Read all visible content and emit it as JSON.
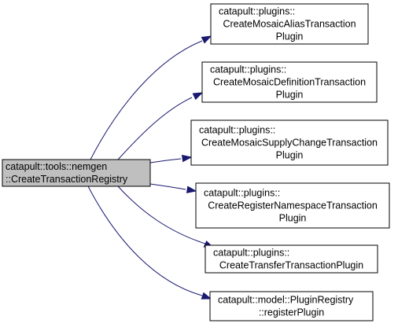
{
  "colors": {
    "source_fill": "#bfbfbf",
    "target_fill": "#ffffff",
    "edge": "#191970",
    "border": "#000000"
  },
  "nodes": [
    {
      "id": "create-transaction-registry",
      "lines": [
        "catapult::tools::nemgen",
        "::CreateTransactionRegistry"
      ],
      "role": "source"
    },
    {
      "id": "create-mosaic-alias-transaction-plugin",
      "lines": [
        "catapult::plugins::",
        "CreateMosaicAliasTransaction",
        "Plugin"
      ],
      "role": "target"
    },
    {
      "id": "create-mosaic-definition-transaction-plugin",
      "lines": [
        "catapult::plugins::",
        "CreateMosaicDefinitionTransaction",
        "Plugin"
      ],
      "role": "target"
    },
    {
      "id": "create-mosaic-supply-change-transaction-plugin",
      "lines": [
        "catapult::plugins::",
        "CreateMosaicSupplyChangeTransaction",
        "Plugin"
      ],
      "role": "target"
    },
    {
      "id": "create-register-namespace-transaction-plugin",
      "lines": [
        "catapult::plugins::",
        "CreateRegisterNamespaceTransaction",
        "Plugin"
      ],
      "role": "target"
    },
    {
      "id": "create-transfer-transaction-plugin",
      "lines": [
        "catapult::plugins::",
        "CreateTransferTransactionPlugin"
      ],
      "role": "target"
    },
    {
      "id": "register-plugin",
      "lines": [
        "catapult::model::PluginRegistry",
        "::registerPlugin"
      ],
      "role": "target"
    }
  ],
  "edges": [
    {
      "from": "create-transaction-registry",
      "to": "create-mosaic-alias-transaction-plugin"
    },
    {
      "from": "create-transaction-registry",
      "to": "create-mosaic-definition-transaction-plugin"
    },
    {
      "from": "create-transaction-registry",
      "to": "create-mosaic-supply-change-transaction-plugin"
    },
    {
      "from": "create-transaction-registry",
      "to": "create-register-namespace-transaction-plugin"
    },
    {
      "from": "create-transaction-registry",
      "to": "create-transfer-transaction-plugin"
    },
    {
      "from": "create-transaction-registry",
      "to": "register-plugin"
    }
  ]
}
